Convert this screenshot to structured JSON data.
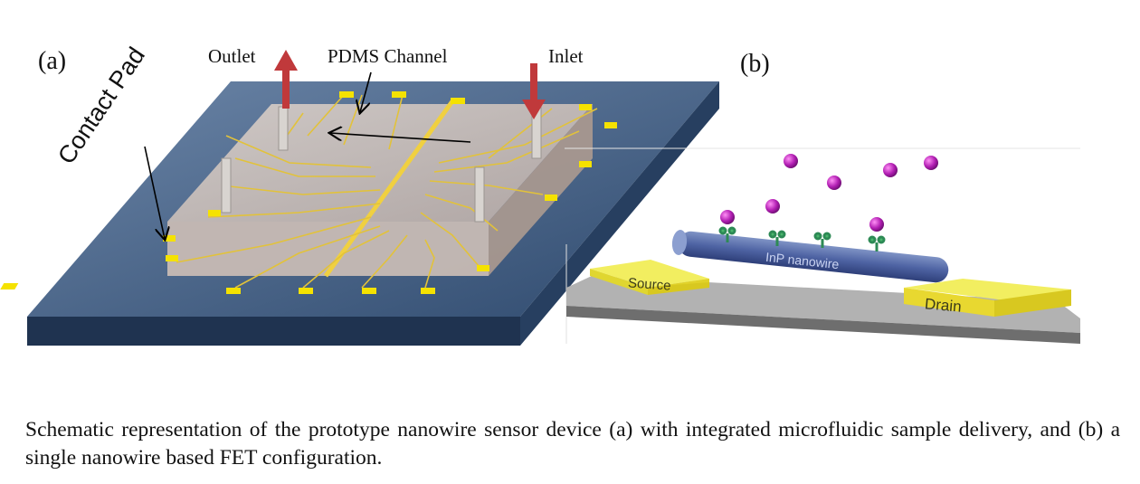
{
  "panel_a": {
    "letter": "(a)",
    "outlet_label": "Outlet",
    "channel_label": "PDMS Channel",
    "inlet_label": "Inlet",
    "contact_label": "Contact Pad"
  },
  "panel_b": {
    "letter": "(b)",
    "source_label": "Source",
    "drain_label": "Drain",
    "nanowire_label": "InP nanowire"
  },
  "caption": "Schematic representation of the prototype nanowire sensor device (a) with integrated microfluidic sample delivery, and (b) a single nanowire based FET configuration."
}
